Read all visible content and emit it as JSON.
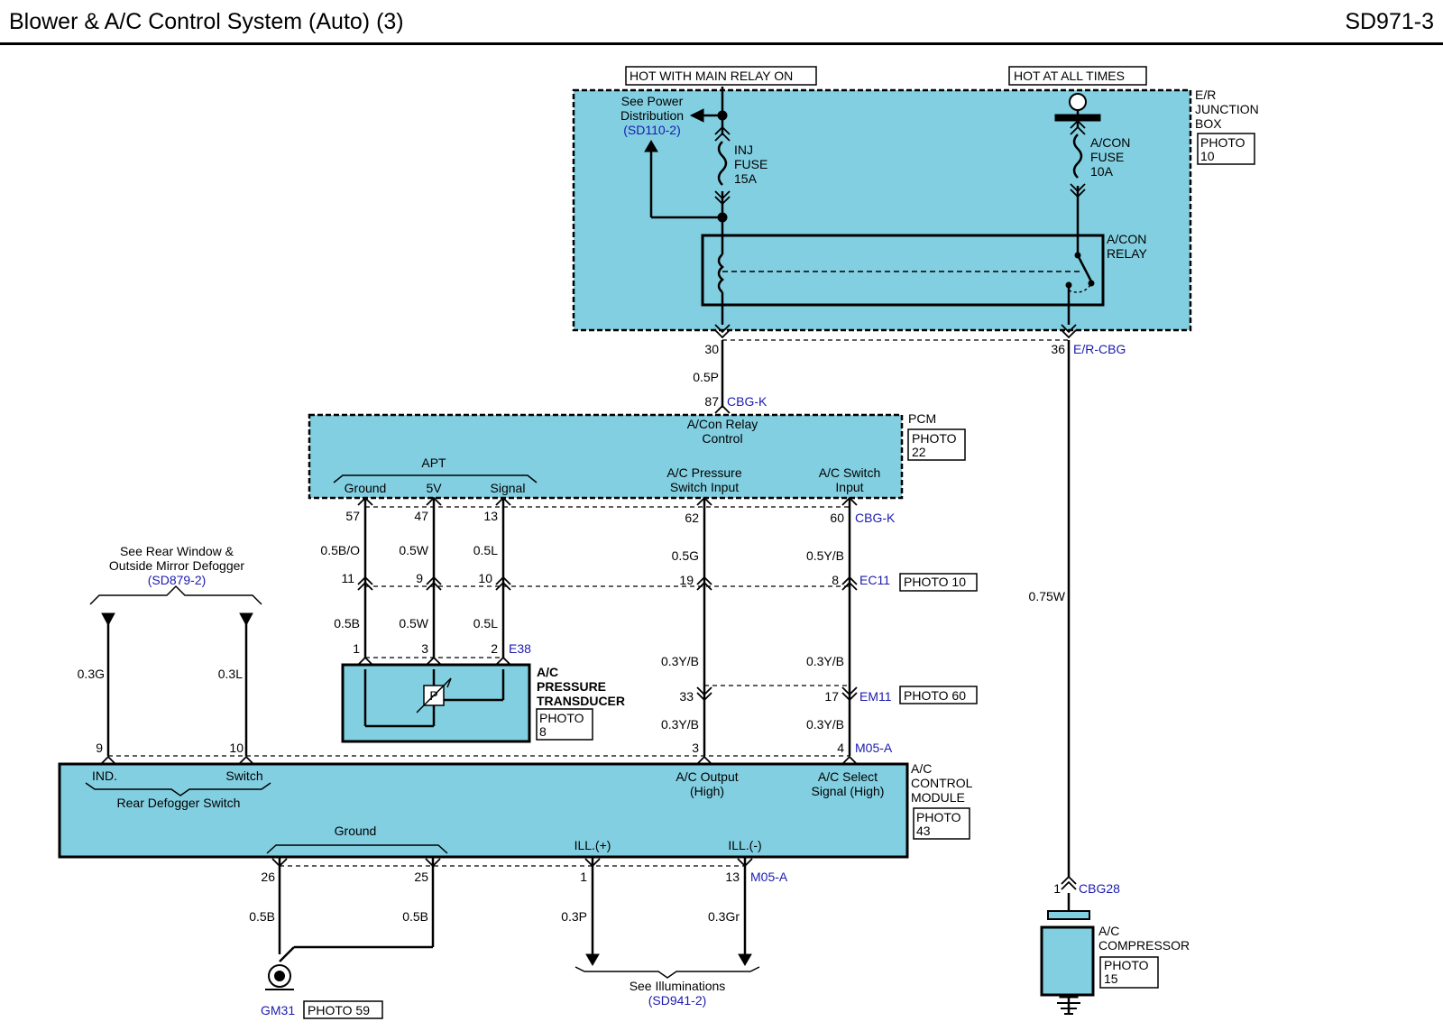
{
  "header": {
    "title": "Blower & A/C Control System (Auto) (3)",
    "code": "SD971-3"
  },
  "labels": {
    "hot_main_relay": "HOT WITH MAIN RELAY ON",
    "hot_all_times": "HOT AT ALL TIMES",
    "er_junction_box": [
      "E/R",
      "JUNCTION",
      "BOX"
    ],
    "er_photo": [
      "PHOTO",
      "10"
    ],
    "see_power": [
      "See Power",
      "Distribution"
    ],
    "see_power_ref": "(SD110-2)",
    "inj_fuse": [
      "INJ",
      "FUSE",
      "15A"
    ],
    "acon_fuse": [
      "A/CON",
      "FUSE",
      "10A"
    ],
    "acon_relay": [
      "A/CON",
      "RELAY"
    ],
    "pin_30": "30",
    "pin_36": "36",
    "er_cbg": "E/R-CBG",
    "wire_05p": "0.5P",
    "pin_87": "87",
    "cbg_k_top": "CBG-K",
    "pcm": "PCM",
    "pcm_photo": [
      "PHOTO",
      "22"
    ],
    "acon_relay_control": [
      "A/Con Relay",
      "Control"
    ],
    "apt": "APT",
    "ground": "Ground",
    "v5": "5V",
    "signal": "Signal",
    "ac_pressure_switch_input": [
      "A/C Pressure",
      "Switch Input"
    ],
    "ac_switch_input": [
      "A/C Switch",
      "Input"
    ],
    "pin_57": "57",
    "pin_47": "47",
    "pin_13": "13",
    "pin_62": "62",
    "pin_60": "60",
    "cbg_k_mid": "CBG-K",
    "wire_05bo": "0.5B/O",
    "wire_05w_a": "0.5W",
    "wire_05l_a": "0.5L",
    "wire_05g": "0.5G",
    "wire_05yb": "0.5Y/B",
    "pin_11": "11",
    "pin_9a": "9",
    "pin_10a": "10",
    "pin_19": "19",
    "pin_8": "8",
    "ec11": "EC11",
    "ec11_photo": "PHOTO 10",
    "wire_075w": "0.75W",
    "see_rear_window": [
      "See Rear Window &",
      "Outside Mirror Defogger"
    ],
    "see_rear_window_ref": "(SD879-2)",
    "wire_05b_a": "0.5B",
    "wire_05w_b": "0.5W",
    "wire_05l_b": "0.5L",
    "wire_03g": "0.3G",
    "wire_03l": "0.3L",
    "pin_1a": "1",
    "pin_3a": "3",
    "pin_2a": "2",
    "e38": "E38",
    "ac_pressure_transducer": [
      "A/C",
      "PRESSURE",
      "TRANSDUCER"
    ],
    "transducer_photo": [
      "PHOTO",
      "8"
    ],
    "p_symbol": "P",
    "wire_03yb_a": "0.3Y/B",
    "wire_03yb_b": "0.3Y/B",
    "pin_33": "33",
    "pin_17": "17",
    "em11": "EM11",
    "em11_photo": "PHOTO 60",
    "wire_03yb_c": "0.3Y/B",
    "wire_03yb_d": "0.3Y/B",
    "pin_9b": "9",
    "pin_10b": "10",
    "pin_3b": "3",
    "pin_4": "4",
    "m05a_top": "M05-A",
    "ind": "IND.",
    "switch": "Switch",
    "rear_defogger_switch": "Rear Defogger Switch",
    "ac_output_high": [
      "A/C Output",
      "(High)"
    ],
    "ac_select_signal": [
      "A/C Select",
      "Signal (High)"
    ],
    "ac_control_module": [
      "A/C",
      "CONTROL",
      "MODULE"
    ],
    "acm_photo": [
      "PHOTO",
      "43"
    ],
    "ground2": "Ground",
    "ill_plus": "ILL.(+)",
    "ill_minus": "ILL.(-)",
    "pin_26": "26",
    "pin_25": "25",
    "pin_1b": "1",
    "pin_13b": "13",
    "m05a_bottom": "M05-A",
    "wire_05b_b": "0.5B",
    "wire_05b_c": "0.5B",
    "wire_03p": "0.3P",
    "wire_03gr": "0.3Gr",
    "gm31": "GM31",
    "gm31_photo": "PHOTO 59",
    "see_illuminations": "See Illuminations",
    "see_illuminations_ref": "(SD941-2)",
    "pin_1c": "1",
    "cbg28": "CBG28",
    "ac_compressor": [
      "A/C",
      "COMPRESSOR"
    ],
    "compressor_photo": [
      "PHOTO",
      "15"
    ]
  },
  "colors": {
    "module_fill": "#82cfe1",
    "ref_text": "#1a1ab0",
    "line": "#000000"
  }
}
